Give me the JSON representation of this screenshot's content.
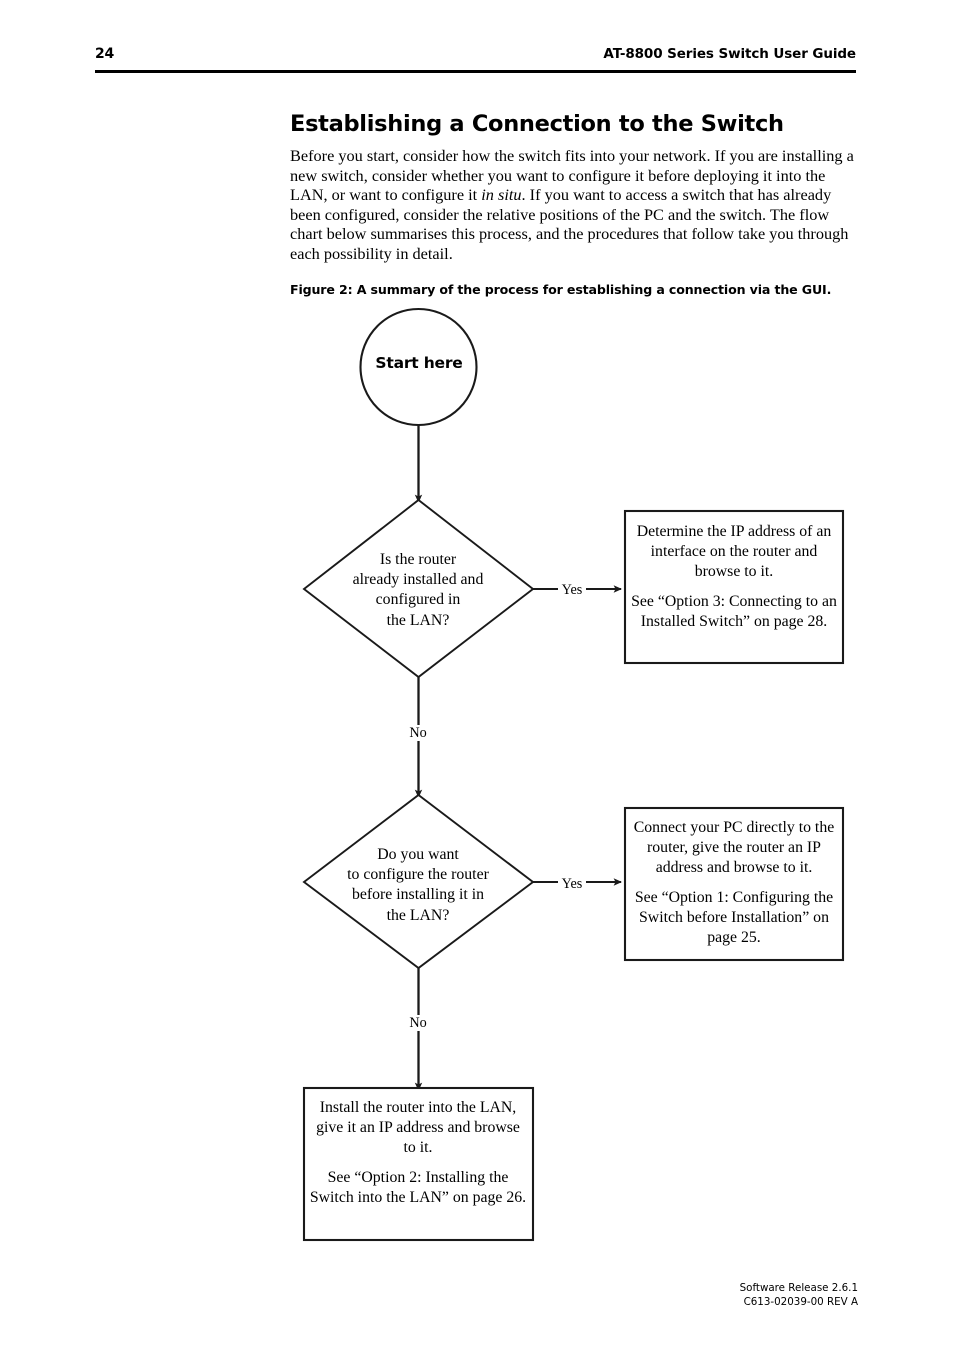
{
  "header": {
    "page_number": "24",
    "title": "AT-8800 Series Switch User Guide"
  },
  "section": {
    "title": "Establishing a Connection to the Switch",
    "paragraph_part_1": "Before you start, consider how the switch fits into your network. If you are installing a new switch, consider whether you want to configure it before deploying it into the LAN, or want to configure it ",
    "paragraph_italic": "in situ",
    "paragraph_part_2": ". If you want to access a switch that has already been configured, consider the relative positions of the PC and the switch. The flow chart below summarises this process, and the procedures that follow take you through each possibility in detail."
  },
  "figure": {
    "caption": "Figure 2: A summary of the process for establishing a connection via the GUI.",
    "nodes": {
      "start": {
        "label": "Start here",
        "shape": "circle"
      },
      "decision_1": {
        "line_1": "Is the router",
        "line_2": "already installed and",
        "line_3": "configured in",
        "line_4": "the LAN?",
        "shape": "diamond"
      },
      "decision_2": {
        "line_1": "Do you want",
        "line_2": "to configure the router",
        "line_3": "before installing it in",
        "line_4": "the LAN?",
        "shape": "diamond"
      },
      "process_1": {
        "paragraph_1": "Determine the IP address of an interface on the router and browse to it.",
        "paragraph_2": "See “Option 3: Connecting to an Installed Switch” on page 28.",
        "shape": "rectangle"
      },
      "process_2": {
        "paragraph_1": "Connect your PC directly to the router, give the router an IP address and browse to it.",
        "paragraph_2": "See “Option 1: Configuring the Switch before Installation” on page 25.",
        "shape": "rectangle"
      },
      "process_3": {
        "paragraph_1": "Install the router into the LAN, give it an IP address and browse to it.",
        "paragraph_2": "See “Option 2: Installing the Switch into the LAN” on page 26.",
        "shape": "rectangle"
      }
    },
    "edges": {
      "yes_1": "Yes",
      "yes_2": "Yes",
      "no_1": "No",
      "no_2": "No"
    },
    "stroke_color": "#1a1a1a"
  },
  "footer": {
    "software_release": "Software Release 2.6.1",
    "document_code": "C613-02039-00 REV A"
  }
}
